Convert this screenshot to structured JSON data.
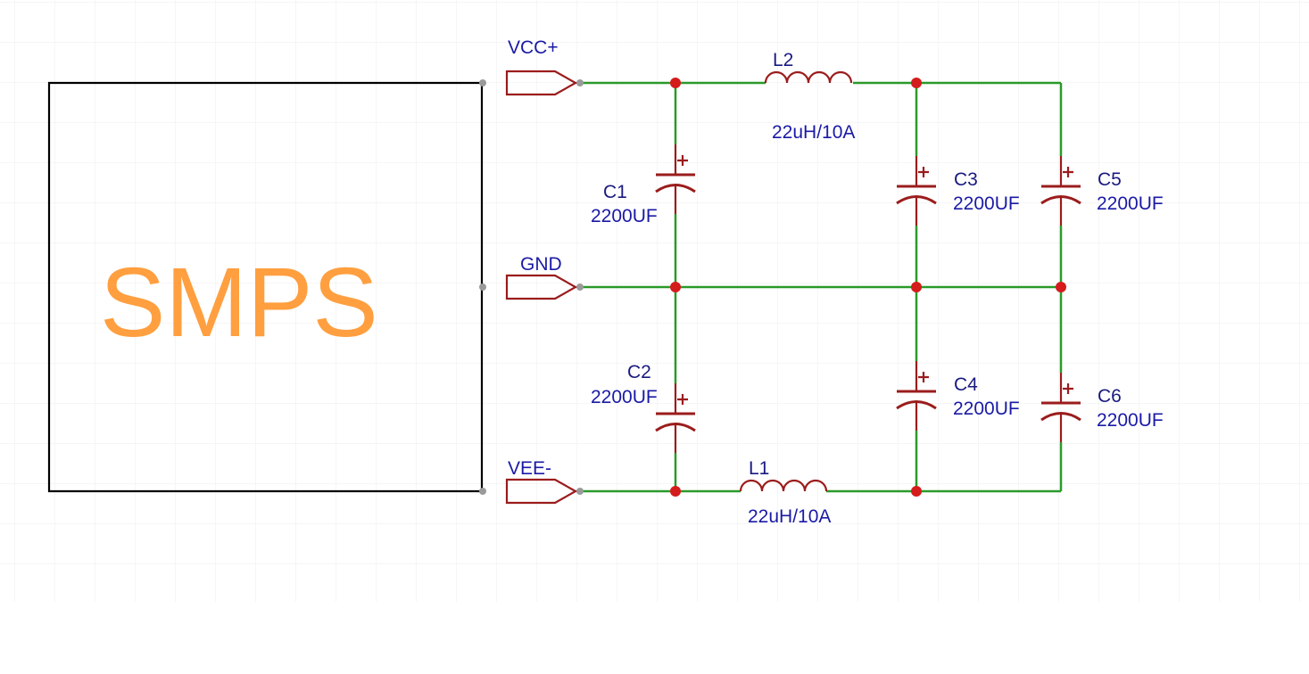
{
  "colors": {
    "grid": "#eeeeee",
    "wire": "#2a9a2a",
    "component": "#9b1c1c",
    "junction": "#d41c1c",
    "pin": "#9a9a9a",
    "label": "#1a1aa6",
    "block_text": "#ff9f3f",
    "block_border": "#000000"
  },
  "block": {
    "name": "SMPS"
  },
  "ports": [
    {
      "id": "vcc",
      "name": "VCC+"
    },
    {
      "id": "gnd",
      "name": "GND"
    },
    {
      "id": "vee",
      "name": "VEE-"
    }
  ],
  "inductors": [
    {
      "id": "L2",
      "ref": "L2",
      "value": "22uH/10A"
    },
    {
      "id": "L1",
      "ref": "L1",
      "value": "22uH/10A"
    }
  ],
  "capacitors": [
    {
      "id": "C1",
      "ref": "C1",
      "value": "2200UF"
    },
    {
      "id": "C2",
      "ref": "C2",
      "value": "2200UF"
    },
    {
      "id": "C3",
      "ref": "C3",
      "value": "2200UF"
    },
    {
      "id": "C4",
      "ref": "C4",
      "value": "2200UF"
    },
    {
      "id": "C5",
      "ref": "C5",
      "value": "2200UF"
    },
    {
      "id": "C6",
      "ref": "C6",
      "value": "2200UF"
    }
  ]
}
